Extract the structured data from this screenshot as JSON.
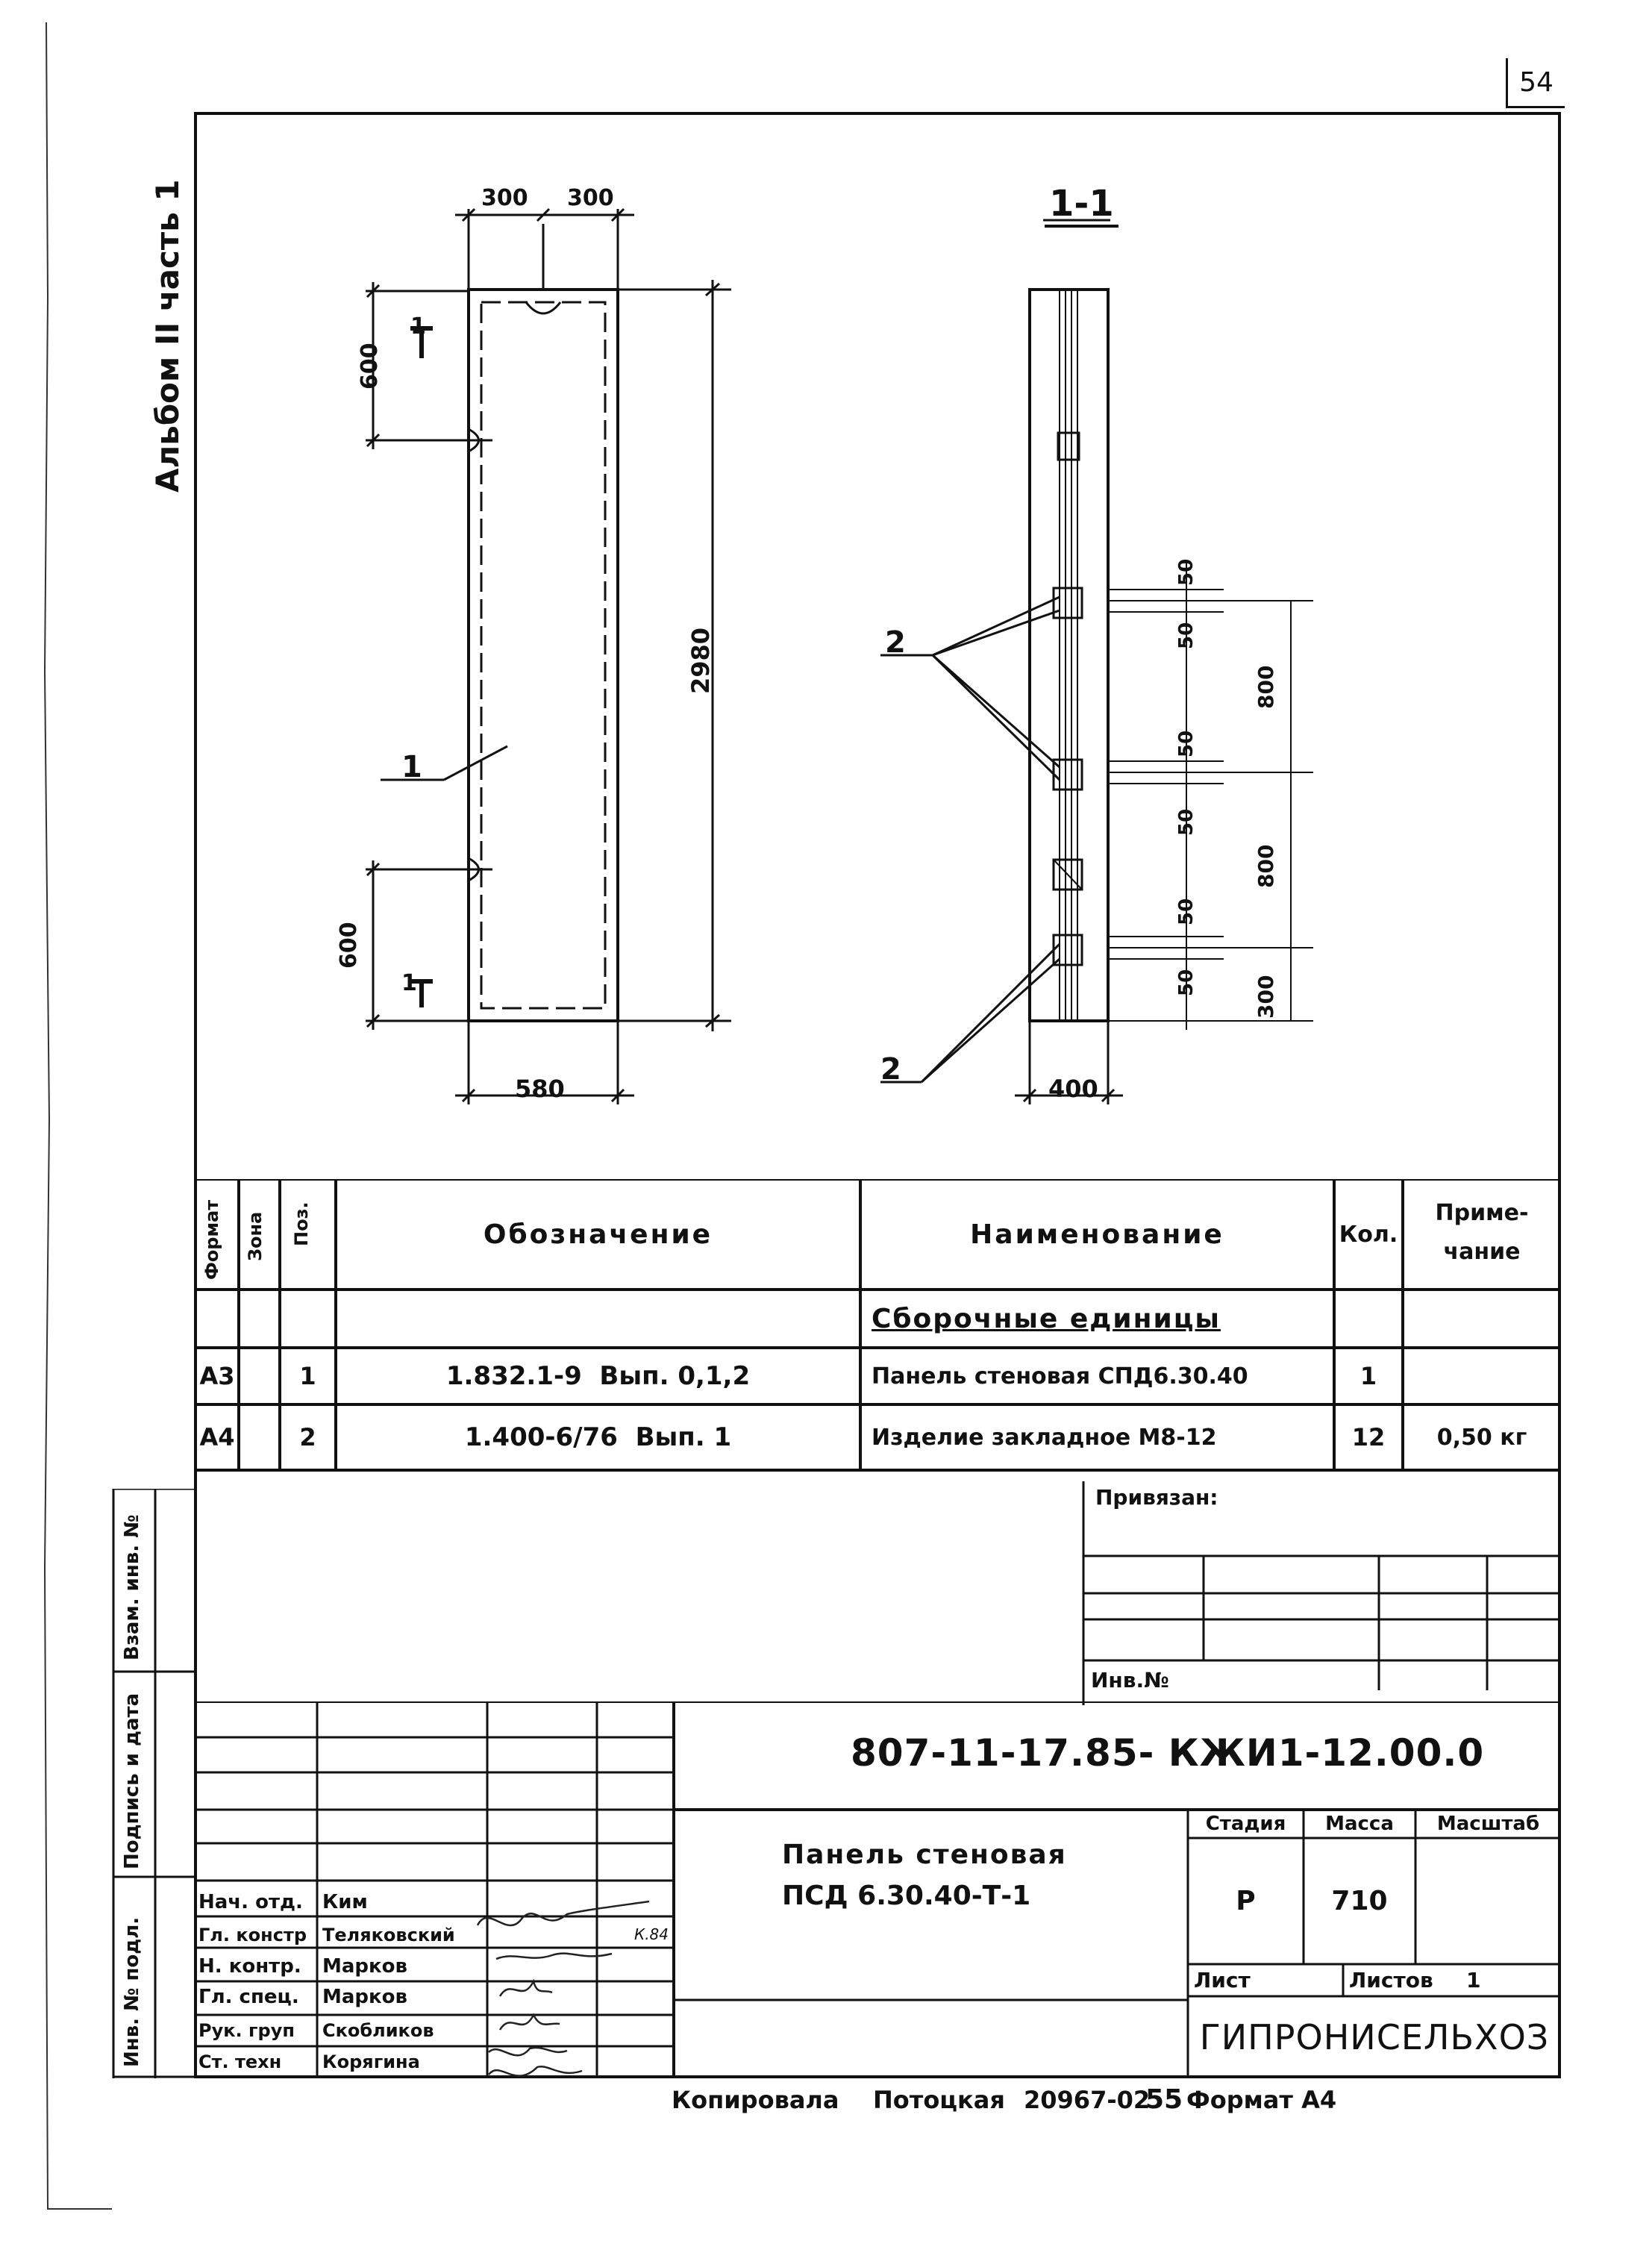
{
  "sheet_number": "54",
  "album_label": "Альбом II часть 1",
  "drawing": {
    "plan_dims": {
      "top_left": "300",
      "top_right": "300",
      "height": "2980",
      "upper_loop": "600",
      "lower_loop": "600",
      "width": "580"
    },
    "plan_labels": {
      "pos1": "1",
      "section_top": "1",
      "section_bottom": "1"
    },
    "section": {
      "title": "1-1",
      "dims_upper": [
        "50",
        "50",
        "800"
      ],
      "dims_middle": [
        "50",
        "50",
        "800"
      ],
      "dims_lower": [
        "50",
        "50",
        "300"
      ],
      "width": "400",
      "callout_upper": "2",
      "callout_lower": "2"
    }
  },
  "spec_table": {
    "headers": {
      "format": "Формат",
      "zone": "Зона",
      "pos": "Поз.",
      "designation": "Обозначение",
      "name": "Наименование",
      "qty": "Кол.",
      "note_line1": "Приме-",
      "note_line2": "чание"
    },
    "section_title": "Сборочные единицы",
    "rows": [
      {
        "format": "А3",
        "zone": "",
        "pos": "1",
        "designation": "1.832.1-9  Вып. 0,1,2",
        "name": "Панель стеновая СПД6.30.40",
        "qty": "1",
        "note": ""
      },
      {
        "format": "А4",
        "zone": "",
        "pos": "2",
        "designation": "1.400-6/76  Вып. 1",
        "name": "Изделие закладное М8-12",
        "qty": "12",
        "note": "0,50 кг"
      }
    ]
  },
  "binding": {
    "title": "Привязан:",
    "inv": "Инв.№"
  },
  "left_tab": {
    "vzam": "Взам. инв. №",
    "podpis": "Подпись и дата",
    "inv": "Инв. № подл."
  },
  "title_block": {
    "code": "807-11-17.85- КЖИ1-12.00.0",
    "name_line1": "Панель стеновая",
    "name_line2": "ПСД 6.30.40-Т-1",
    "stage_label": "Стадия",
    "mass_label": "Масса",
    "scale_label": "Масштаб",
    "stage": "Р",
    "mass": "710",
    "sheet_label": "Лист",
    "sheets_label": "Листов",
    "sheets": "1",
    "org": "ГИПРОНИСЕЛЬХОЗ",
    "date_note": "К.84",
    "staff": [
      {
        "role": "Нач. отд.",
        "name": "Ким"
      },
      {
        "role": "Гл. констр",
        "name": "Теляковский"
      },
      {
        "role": "Н. контр.",
        "name": "Марков"
      },
      {
        "role": "Гл. спец.",
        "name": "Марков"
      },
      {
        "role": "Рук. груп",
        "name": "Скобликов"
      },
      {
        "role": "Ст. техн",
        "name": "Корягина"
      }
    ]
  },
  "footer": {
    "copied": "Копировала",
    "copier": "Потоцкая",
    "order": "20967-02",
    "page": "55",
    "format": "Формат А4"
  }
}
